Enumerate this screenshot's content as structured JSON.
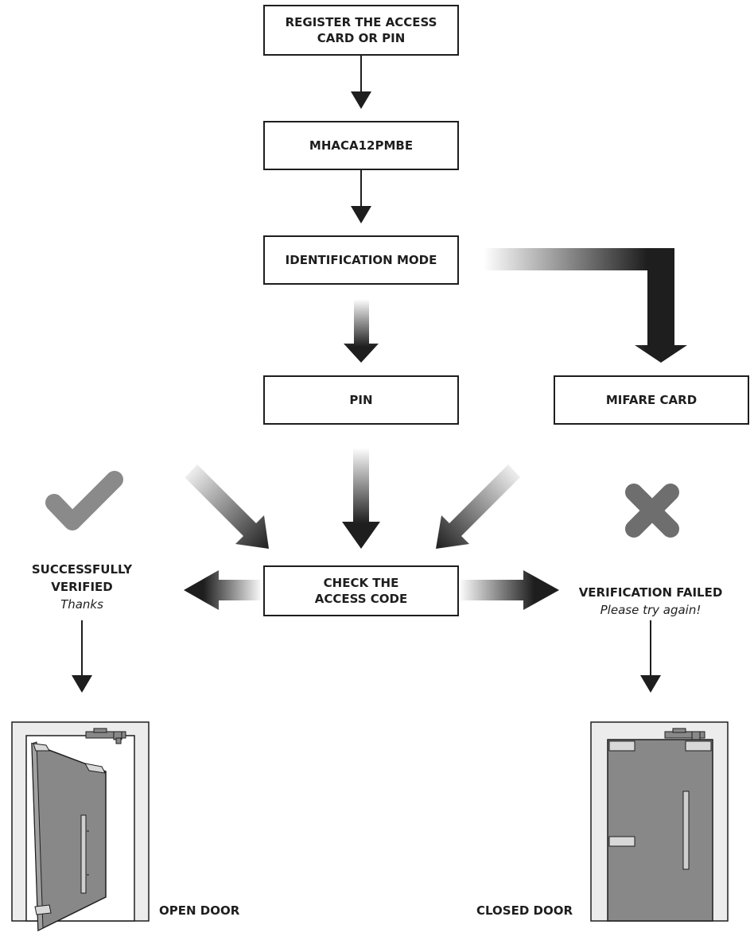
{
  "steps": {
    "register": "REGISTER THE ACCESS CARD OR PIN",
    "model": "MHACA12PMBE",
    "mode": "IDENTIFICATION MODE",
    "pin": "PIN",
    "card": "MIFARE CARD",
    "check": "CHECK THE ACCESS CODE"
  },
  "success": {
    "title": "SUCCESSFULLY VERIFIED",
    "subtitle": "Thanks"
  },
  "failure": {
    "title": "VERIFICATION FAILED",
    "subtitle": "Please try again!"
  },
  "doors": {
    "open": "OPEN DOOR",
    "closed": "CLOSED DOOR"
  },
  "colors": {
    "stroke": "#1e1e1e",
    "door": "#888888",
    "frame": "#ececec",
    "check": "#8a8a8a",
    "cross": "#6e6e6e"
  }
}
